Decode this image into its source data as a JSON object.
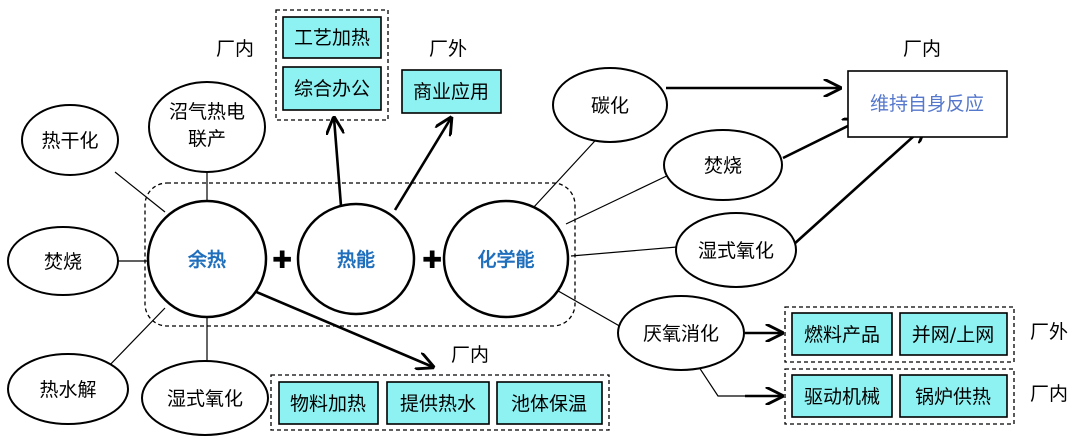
{
  "nodes": {
    "waste_heat": "余热",
    "thermal_energy": "热能",
    "chemical_energy": "化学能",
    "heat_drying": "热干化",
    "biogas_chp_1": "沼气热电",
    "biogas_chp_2": "联产",
    "incineration_left": "焚烧",
    "thermal_hydrolysis": "热水解",
    "wet_oxidation_left": "湿式氧化",
    "carbonization": "碳化",
    "incineration_right": "焚烧",
    "wet_oxidation_right": "湿式氧化",
    "anaerobic_digestion": "厌氧消化"
  },
  "operators": {
    "plus_1": "✚",
    "plus_2": "✚"
  },
  "boxes": {
    "process_heating": "工艺加热",
    "office_complex": "综合办公",
    "commercial_use": "商业应用",
    "maintain_reaction": "维持自身反应",
    "material_heating": "物料加热",
    "hot_water_supply": "提供热水",
    "tank_insulation": "池体保温",
    "fuel_products": "燃料产品",
    "grid_connection": "并网/上网",
    "drive_machinery": "驱动机械",
    "boiler_heating": "锅炉供热"
  },
  "labels": {
    "in_plant_top_left": "厂内",
    "out_plant_top": "厂外",
    "in_plant_top_right": "厂内",
    "in_plant_bottom": "厂内",
    "out_plant_right": "厂外",
    "in_plant_right": "厂内"
  },
  "colors": {
    "box_fill": "#8ff2f2",
    "core_text": "#1f6fbd",
    "reaction_text": "#5577cc"
  }
}
